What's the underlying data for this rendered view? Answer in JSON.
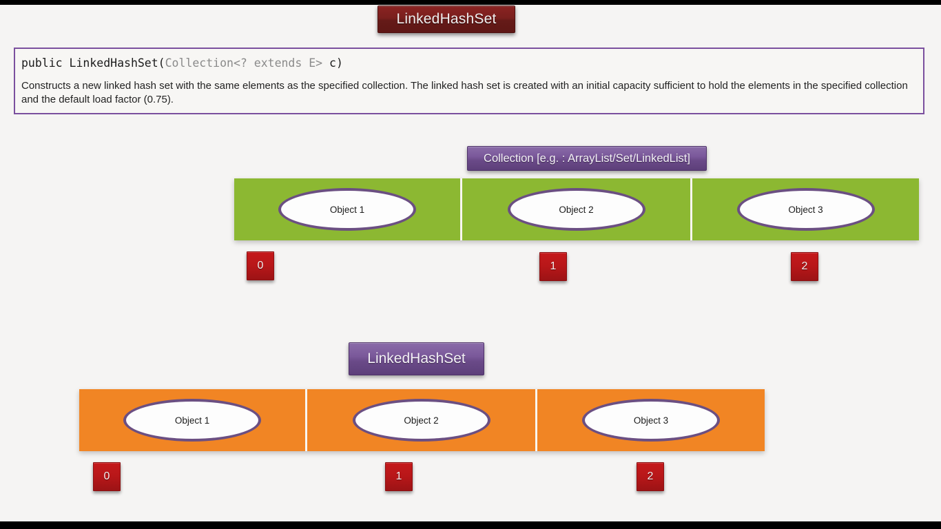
{
  "page": {
    "title": "LinkedHashSet",
    "background_color": "#f5f4f3",
    "letterbox_color": "#000000"
  },
  "header": {
    "chip_label": "LinkedHashSet",
    "chip_color": "#7a1f1d"
  },
  "doc_box": {
    "border_color": "#7a4f9e",
    "signature": {
      "prefix": "public LinkedHashSet(",
      "generic": "Collection<? extends E>",
      "suffix": " c)",
      "generic_color": "#8a8a8a"
    },
    "description": "Constructs a new linked hash set with the same elements as the specified collection. The linked hash set is created with an initial capacity sufficient to hold the elements in the specified collection and the default load factor (0.75)."
  },
  "source_section": {
    "chip_label": "Collection [e.g. : ArrayList/Set/LinkedList]",
    "chip_color": "#6a4a88",
    "bar_color": "#8cb832",
    "cells": [
      {
        "label": "Object 1",
        "index": "0"
      },
      {
        "label": "Object 2",
        "index": "1"
      },
      {
        "label": "Object 3",
        "index": "2"
      }
    ]
  },
  "target_section": {
    "chip_label": "LinkedHashSet",
    "chip_color": "#6a4a88",
    "bar_color": "#f18524",
    "cells": [
      {
        "label": "Object 1",
        "index": "0"
      },
      {
        "label": "Object 2",
        "index": "1"
      },
      {
        "label": "Object 3",
        "index": "2"
      }
    ]
  },
  "styling": {
    "ellipse_border_color": "#6b4f82",
    "index_badge_color": "#b81719"
  }
}
